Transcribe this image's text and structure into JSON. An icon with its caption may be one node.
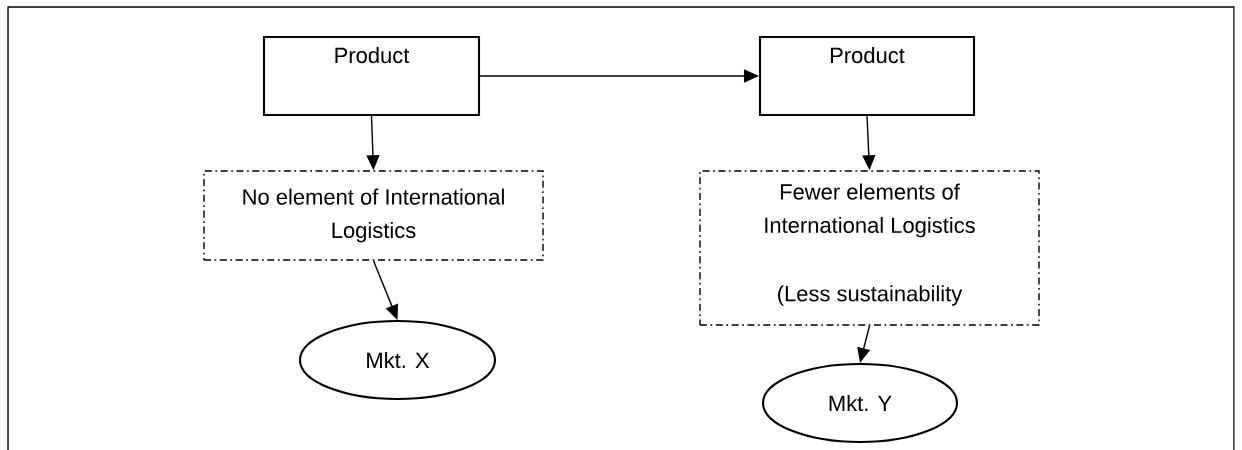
{
  "diagram": {
    "nodes": [
      {
        "text": [
          "Product"
        ]
      },
      {
        "text": [
          "Product"
        ]
      },
      {
        "text": [
          "No element of International Logistics"
        ]
      },
      {
        "text": [
          "Fewer elements of International Logistics",
          "(Less sustainability"
        ]
      },
      {
        "text": [
          "Mkt. X"
        ]
      },
      {
        "text": [
          "Mkt. Y"
        ]
      }
    ],
    "edges": [
      {
        "from": 0,
        "to": 1,
        "arrow": "to"
      },
      {
        "from": 0,
        "to": 2,
        "arrow": "to"
      },
      {
        "from": 2,
        "to": 4,
        "arrow": "to"
      },
      {
        "from": 1,
        "to": 3,
        "arrow": "to"
      },
      {
        "from": 3,
        "to": 5,
        "arrow": "to"
      }
    ]
  }
}
